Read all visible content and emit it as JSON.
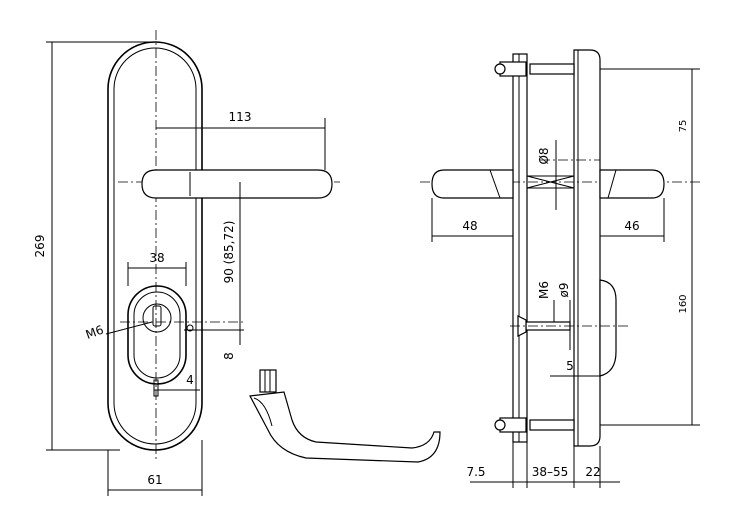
{
  "dimensions": {
    "overall_height": "269",
    "handle_length": "113",
    "cylinder_width": "38",
    "center_distance": "90 (85,72)",
    "thread": "M6",
    "offset_8": "8",
    "offset_4": "4",
    "plate_width": "61",
    "top_spacing": "75",
    "shaft_diameter": "Ø8",
    "handle_left": "48",
    "handle_right": "46",
    "bolt_thread": "M6",
    "bolt_diameter": "ø9",
    "bottom_spacing": "160",
    "cover_offset": "5",
    "left_thickness": "7.5",
    "door_thickness": "38–55",
    "right_thickness": "22"
  }
}
